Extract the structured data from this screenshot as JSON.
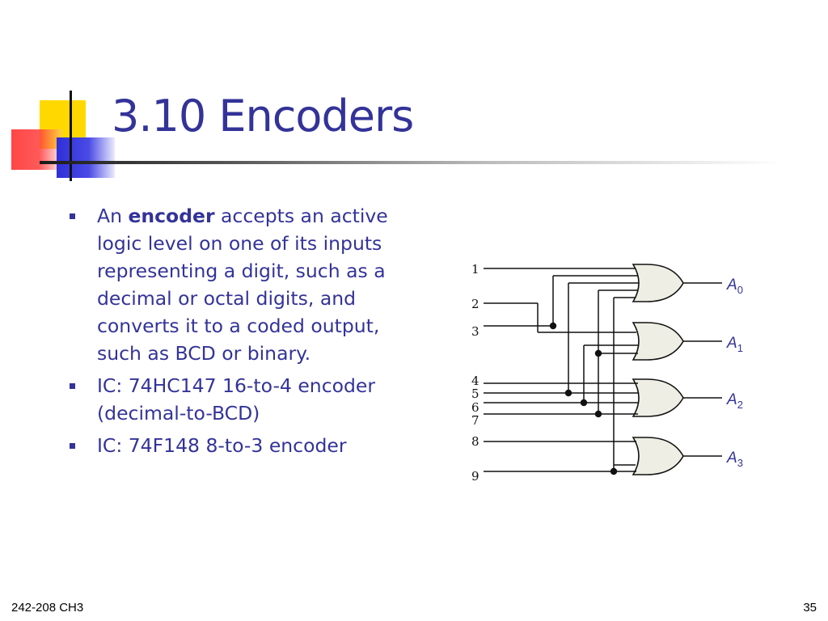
{
  "slide": {
    "title": "3.10 Encoders",
    "bullets": [
      {
        "prefix": "An ",
        "bold": "encoder",
        "suffix": " accepts an active logic level on one of its inputs representing a digit, such as a decimal or octal digits, and converts it to a coded output, such as BCD or binary."
      },
      {
        "text": "IC: 74HC147 16-to-4 encoder (decimal-to-BCD)"
      },
      {
        "text": "IC: 74F148 8-to-3 encoder"
      }
    ]
  },
  "diagram": {
    "inputs": [
      "1",
      "2",
      "3",
      "4",
      "5",
      "6",
      "7",
      "8",
      "9"
    ],
    "outputs": [
      {
        "letter": "A",
        "sub": "0"
      },
      {
        "letter": "A",
        "sub": "1"
      },
      {
        "letter": "A",
        "sub": "2"
      },
      {
        "letter": "A",
        "sub": "3"
      }
    ],
    "gate_type": "OR",
    "gate_inputs": {
      "A0": [
        "1",
        "3",
        "5",
        "7",
        "9"
      ],
      "A1": [
        "2",
        "3",
        "6",
        "7"
      ],
      "A2": [
        "4",
        "5",
        "6",
        "7"
      ],
      "A3": [
        "8",
        "9"
      ]
    },
    "colors": {
      "wire": "#111111",
      "gate_fill": "#efeee4",
      "label": "#333399"
    }
  },
  "footer": {
    "left": "242-208 CH3",
    "page": "35"
  }
}
